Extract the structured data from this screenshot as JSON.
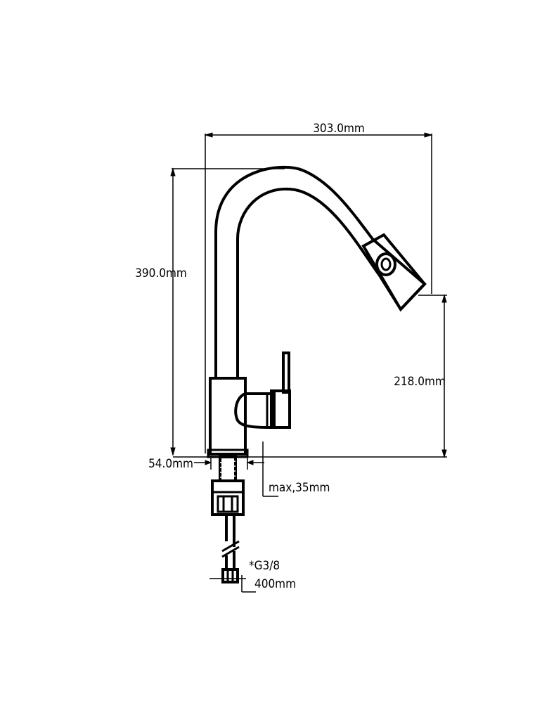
{
  "dimensions": {
    "width": "303.0mm",
    "height": "390.0mm",
    "spout_height": "218.0mm",
    "base_diameter": "54.0mm",
    "max_counter_thickness": "max,35mm",
    "connector": "*G3/8",
    "hose_length": "400mm"
  }
}
